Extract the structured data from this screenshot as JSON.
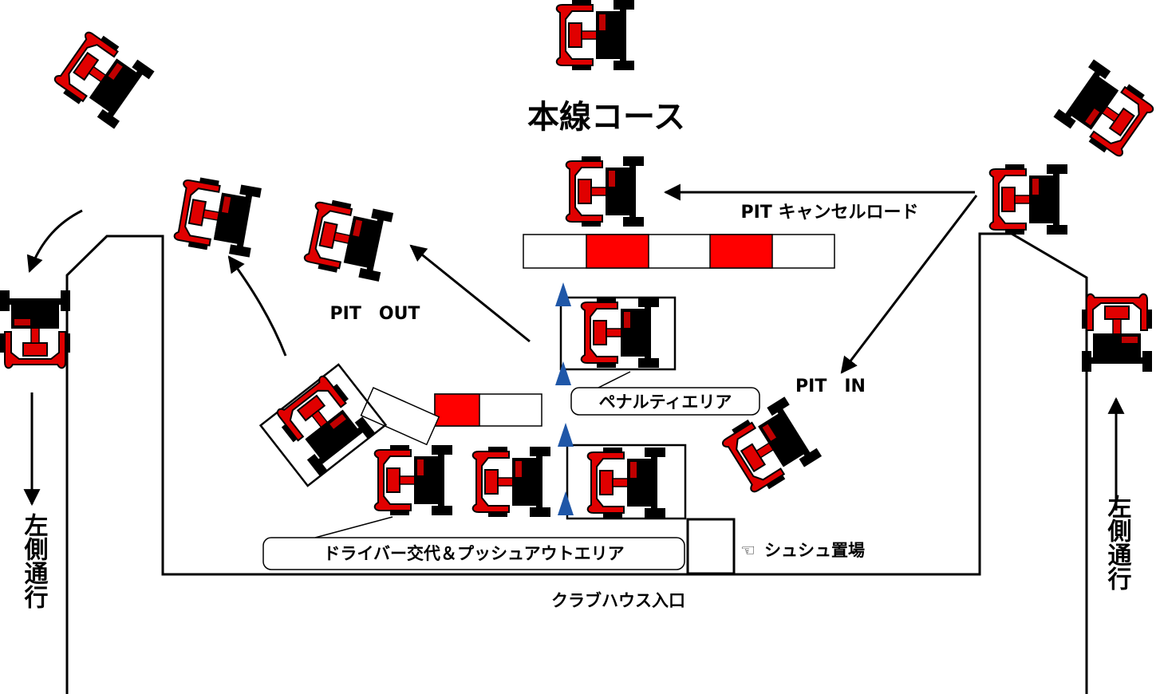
{
  "labels": {
    "main_course": "本線コース",
    "pit_cancel_road": "PIT キャンセルロード",
    "pit_out": "PIT　OUT",
    "pit_in": "PIT　IN",
    "penalty_area": "ペナルティエリア",
    "driver_change_area": "ドライバー交代＆プッシュアウトエリア",
    "scrunchie_icon": "☜",
    "scrunchie_place": "シュシュ置場",
    "clubhouse_entrance": "クラブハウス入口",
    "left_side_passage_left": "左側通行",
    "left_side_passage_right": "左側通行"
  },
  "colors": {
    "kart_red": "#e00000",
    "kart_black": "#000000",
    "cone_blue": "#1f57a8",
    "barrier_red": "#ff0000",
    "line": "#000000"
  },
  "icons": [
    "go-kart-icon",
    "traffic-cone-icon",
    "hand-pointing-icon",
    "arrow-icon"
  ]
}
